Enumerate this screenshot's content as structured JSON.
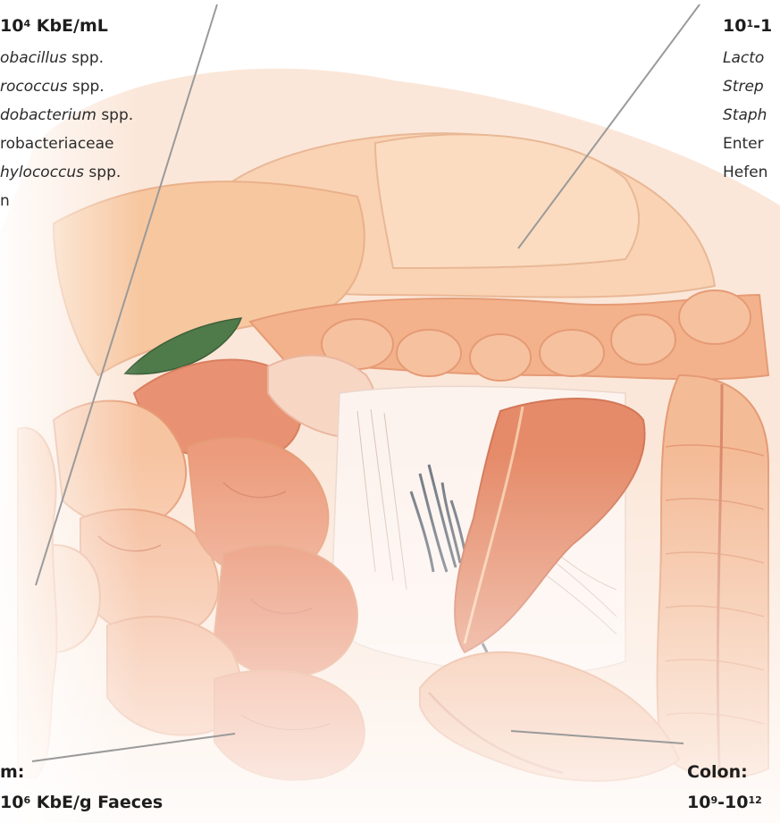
{
  "duodenum": {
    "count_pre": "10",
    "count_exp": "4",
    "count_post": " KbE/mL",
    "organisms": [
      {
        "name": "obacillus",
        "suffix": " spp.",
        "italic": true
      },
      {
        "name": "rococcus",
        "suffix": " spp.",
        "italic": true
      },
      {
        "name": "dobacterium",
        "suffix": " spp.",
        "italic": true
      },
      {
        "name": "robacteriaceae",
        "suffix": "",
        "italic": false
      },
      {
        "name": "hylococcus",
        "suffix": " spp.",
        "italic": true
      },
      {
        "name": "n",
        "suffix": "",
        "italic": false
      }
    ]
  },
  "stomach": {
    "count_pre": "10",
    "count_exp": "1",
    "count_post": "-1",
    "organisms": [
      {
        "name": "Lacto",
        "italic": true
      },
      {
        "name": "Strep",
        "italic": true
      },
      {
        "name": "Staph",
        "italic": true
      },
      {
        "name": "Enter",
        "italic": false
      },
      {
        "name": "Hefen",
        "italic": false
      }
    ]
  },
  "ileum": {
    "title": "m:",
    "count_pre": "10",
    "count_exp": "6",
    "count_post": " KbE/g Faeces"
  },
  "colon": {
    "title": "Colon:",
    "count_pre": "10",
    "count_exp": "9",
    "count_mid": "-10",
    "count_exp2": "12"
  },
  "colors": {
    "organ_light": "#f6c9a6",
    "organ_mid": "#f1ad88",
    "organ_dark": "#e58b69",
    "gallbladder": "#4f7a4a",
    "pointer_line": "#9a9a9a"
  }
}
